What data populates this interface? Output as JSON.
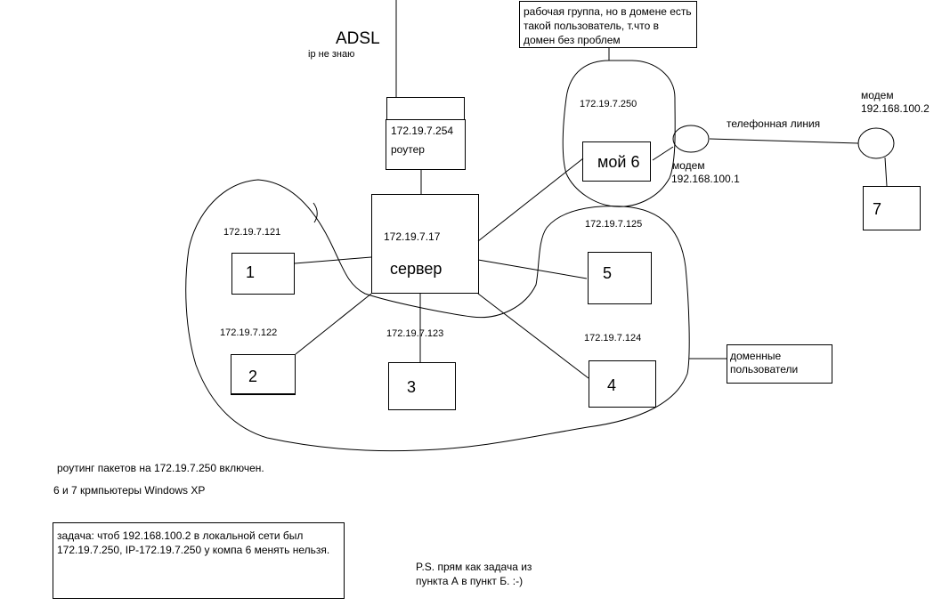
{
  "uplink": {
    "label": "ADSL",
    "sublabel": "ip не знаю"
  },
  "router": {
    "ip": "172.19.7.254",
    "label": "роутер"
  },
  "server": {
    "ip": "172.19.7.17",
    "label": "сервер"
  },
  "hosts": [
    {
      "id": "1",
      "ip": "172.19.7.121"
    },
    {
      "id": "2",
      "ip": "172.19.7.122"
    },
    {
      "id": "3",
      "ip": "172.19.7.123"
    },
    {
      "id": "4",
      "ip": "172.19.7.124"
    },
    {
      "id": "5",
      "ip": "172.19.7.125"
    }
  ],
  "my_pc": {
    "label": "мой 6",
    "ip": "172.19.7.250"
  },
  "workgroup_note": "рабочая группа, но в домене есть такой пользователь, т.что в домен без проблем",
  "modem_local": {
    "label": "модем",
    "ip": "192.168.100.1"
  },
  "phone_line_label": "телефонная линия",
  "modem_remote": {
    "label": "модем",
    "ip": "192.168.100.2"
  },
  "remote_pc": {
    "label": "7"
  },
  "domain_users_label": "доменные пользователи",
  "notes": {
    "routing": "роутинг пакетов на 172.19.7.250 включен.",
    "os": "6 и 7 крмпьютеры Windows XP",
    "task": "задача: чтоб 192.168.100.2 в локальной сети был 172.19.7.250, IP-172.19.7.250 у компа 6 менять нельзя.",
    "ps": "P.S. прям как задача из пункта А в пункт Б. :-)"
  }
}
